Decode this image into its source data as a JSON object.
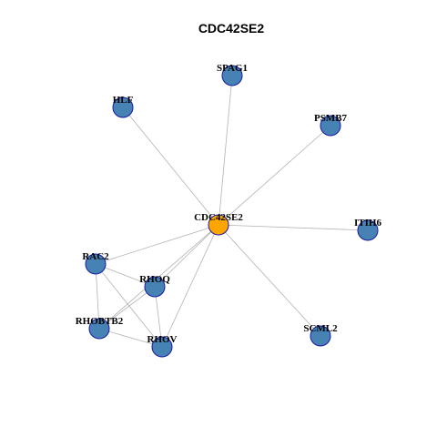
{
  "title": "CDC42SE2",
  "colors": {
    "hub": "#FFA500",
    "node": "#4682B4",
    "node_border": "#1a1aa6",
    "edge": "#b3b3b3"
  },
  "nodes": [
    {
      "id": "CDC42SE2",
      "label": "CDC42SE2",
      "hub": true
    },
    {
      "id": "SPAG1",
      "label": "SPAG1"
    },
    {
      "id": "HLF",
      "label": "HLF"
    },
    {
      "id": "PSMB7",
      "label": "PSMB7"
    },
    {
      "id": "ITIH6",
      "label": "ITIH6"
    },
    {
      "id": "RAC2",
      "label": "RAC2"
    },
    {
      "id": "RHOQ",
      "label": "RHOQ"
    },
    {
      "id": "RHOBTB2",
      "label": "RHOBTB2"
    },
    {
      "id": "RHOV",
      "label": "RHOV"
    },
    {
      "id": "SCML2",
      "label": "SCML2"
    }
  ],
  "edges": [
    [
      "CDC42SE2",
      "SPAG1"
    ],
    [
      "CDC42SE2",
      "HLF"
    ],
    [
      "CDC42SE2",
      "PSMB7"
    ],
    [
      "CDC42SE2",
      "ITIH6"
    ],
    [
      "CDC42SE2",
      "RAC2"
    ],
    [
      "CDC42SE2",
      "RHOQ"
    ],
    [
      "CDC42SE2",
      "RHOBTB2"
    ],
    [
      "CDC42SE2",
      "RHOV"
    ],
    [
      "CDC42SE2",
      "SCML2"
    ],
    [
      "RAC2",
      "RHOQ"
    ],
    [
      "RAC2",
      "RHOBTB2"
    ],
    [
      "RAC2",
      "RHOV"
    ],
    [
      "RHOQ",
      "RHOBTB2"
    ],
    [
      "RHOQ",
      "RHOV"
    ],
    [
      "RHOBTB2",
      "RHOV"
    ]
  ]
}
